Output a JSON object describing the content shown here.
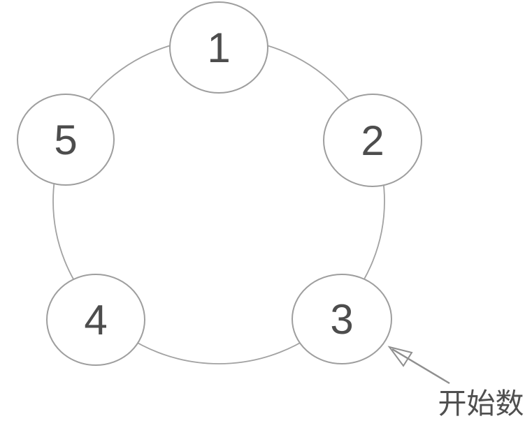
{
  "diagram": {
    "type": "circular-counting-ring",
    "nodes": [
      {
        "label": "1"
      },
      {
        "label": "2"
      },
      {
        "label": "3"
      },
      {
        "label": "4"
      },
      {
        "label": "5"
      }
    ],
    "annotation": {
      "label": "开始数",
      "points_to_node": "3"
    },
    "colors": {
      "background": "#ffffff",
      "circle_stroke": "#9e9e9e",
      "ring_stroke": "#a2a2a2",
      "number_text": "#4d4d4d",
      "annotation_text": "#4f4f4f",
      "arrow": "#8f8f8f"
    }
  }
}
